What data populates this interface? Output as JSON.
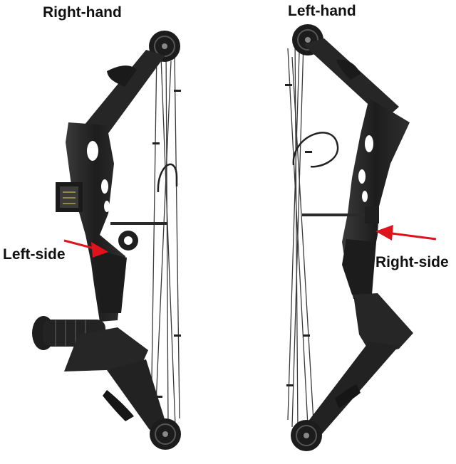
{
  "labels": {
    "right_hand": "Right-hand",
    "left_hand": "Left-hand",
    "left_side": "Left-side",
    "right_side": "Right-side"
  },
  "colors": {
    "background": "#ffffff",
    "bow_body": "#2a2a2a",
    "bow_dark": "#161616",
    "string": "#3a3a3a",
    "arrow": "#e0121b",
    "label_text": "#111111"
  },
  "icons": {
    "left_bow": "compound-bow-right-hand",
    "right_bow": "compound-bow-left-hand",
    "pointers": "red-arrow"
  }
}
